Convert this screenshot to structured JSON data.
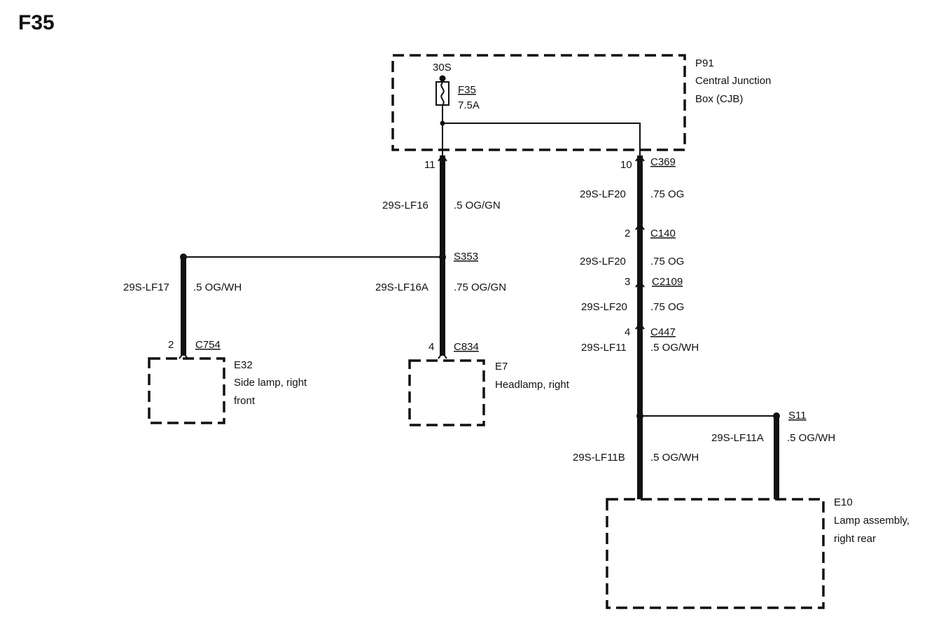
{
  "title": "F35",
  "components": {
    "p91": {
      "id": "P91",
      "name_line1": "Central Junction",
      "name_line2": "Box (CJB)"
    },
    "e32": {
      "id": "E32",
      "name_line1": "Side lamp, right",
      "name_line2": "front"
    },
    "e7": {
      "id": "E7",
      "name_line1": "Headlamp, right"
    },
    "e10": {
      "id": "E10",
      "name_line1": "Lamp assembly,",
      "name_line2": "right rear"
    }
  },
  "fuse": {
    "feed": "30S",
    "id": "F35",
    "rating": "7.5A"
  },
  "pins": {
    "c369_left": "11",
    "c369_right": "10",
    "c140": "2",
    "c2109": "3",
    "c447": "4",
    "c754": "2",
    "c834": "4"
  },
  "connectors": {
    "c369": "C369",
    "c140": "C140",
    "c2109": "C2109",
    "c447": "C447",
    "c754": "C754",
    "c834": "C834"
  },
  "splices": {
    "s353": "S353",
    "s11": "S11"
  },
  "wires": {
    "lf16": {
      "circuit": "29S-LF16",
      "spec": ".5 OG/GN"
    },
    "lf17": {
      "circuit": "29S-LF17",
      "spec": ".5 OG/WH"
    },
    "lf16a": {
      "circuit": "29S-LF16A",
      "spec": ".75 OG/GN"
    },
    "lf20_a": {
      "circuit": "29S-LF20",
      "spec": ".75 OG"
    },
    "lf20_b": {
      "circuit": "29S-LF20",
      "spec": ".75 OG"
    },
    "lf20_c": {
      "circuit": "29S-LF20",
      "spec": ".75 OG"
    },
    "lf11": {
      "circuit": "29S-LF11",
      "spec": ".5 OG/WH"
    },
    "lf11a": {
      "circuit": "29S-LF11A",
      "spec": ".5 OG/WH"
    },
    "lf11b": {
      "circuit": "29S-LF11B",
      "spec": ".5 OG/WH"
    }
  }
}
